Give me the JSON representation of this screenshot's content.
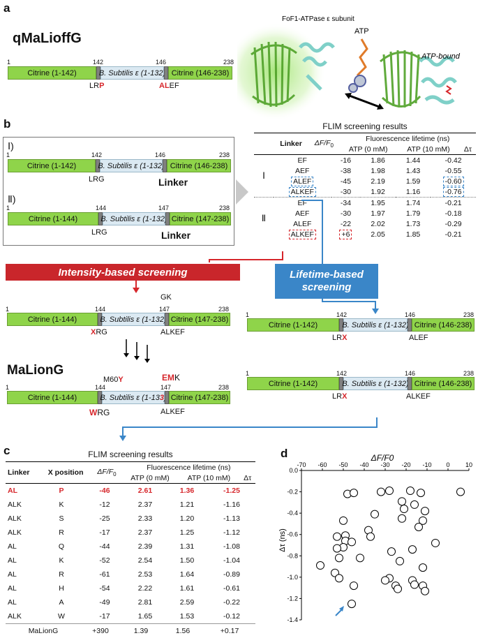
{
  "panel_a": {
    "label": "a",
    "construct_name": "qMaLioffG",
    "bar": {
      "n_start": "1",
      "n_142": "142",
      "n_146": "146",
      "n_end": "238",
      "seg1": "Citrine (1-142)",
      "seg2": "B. Subtilis ε (1-132)",
      "seg3": "Citrine (146-238)",
      "linker_left_black": "LR",
      "linker_left_red": "P",
      "linker_right_red": "AL",
      "linker_right_black": "EF"
    },
    "struct_title": "FoF1-ATPase ε subunit",
    "atp_label": "ATP",
    "atp_bound_label": "ATP-bound"
  },
  "panel_b": {
    "label": "b",
    "roman1": "Ⅰ)",
    "roman2": "Ⅱ)",
    "bar1": {
      "n_start": "1",
      "n_mid1": "142",
      "n_mid2": "146",
      "n_end": "238",
      "seg1": "Citrine (1-142)",
      "seg2": "B. Subtilis ε (1-132)",
      "seg3": "Citrine (146-238)",
      "linker_left": "LRG",
      "linker_right": "Linker"
    },
    "bar2": {
      "n_start": "1",
      "n_mid1": "144",
      "n_mid2": "147",
      "n_end": "238",
      "seg1": "Citrine (1-144)",
      "seg2": "B. Subtilis ε (1-132)",
      "seg3": "Citrine (147-238)",
      "linker_left": "LRG",
      "linker_right": "Linker"
    },
    "table_title": "FLIM screening results",
    "headers": {
      "linker": "Linker",
      "dff": "ΔF/F",
      "dff_sub": "0",
      "fl": "Fluorescence lifetime (ns)",
      "atp0": "ATP (0 mM)",
      "atp10": "ATP (10 mM)",
      "dtau": "Δτ"
    },
    "group1": "Ⅰ",
    "group2": "Ⅱ",
    "rows": [
      {
        "linker": "EF",
        "dff": "-16",
        "atp0": "1.86",
        "atp10": "1.44",
        "dtau": "-0.42"
      },
      {
        "linker": "AEF",
        "dff": "-38",
        "atp0": "1.98",
        "atp10": "1.43",
        "dtau": "-0.55"
      },
      {
        "linker": "ALEF",
        "dff": "-45",
        "atp0": "2.19",
        "atp10": "1.59",
        "dtau": "-0.60"
      },
      {
        "linker": "ALKEF",
        "dff": "-30",
        "atp0": "1.92",
        "atp10": "1.16",
        "dtau": "-0.76"
      },
      {
        "linker": "EF",
        "dff": "-34",
        "atp0": "1.95",
        "atp10": "1.74",
        "dtau": "-0.21"
      },
      {
        "linker": "AEF",
        "dff": "-30",
        "atp0": "1.97",
        "atp10": "1.79",
        "dtau": "-0.18"
      },
      {
        "linker": "ALEF",
        "dff": "-22",
        "atp0": "2.02",
        "atp10": "1.73",
        "dtau": "-0.29"
      },
      {
        "linker": "ALKEF",
        "dff": "+6",
        "atp0": "2.05",
        "atp10": "1.85",
        "dtau": "-0.21"
      }
    ],
    "intensity_label": "Intensity-based screening",
    "lifetime_label_1": "Lifetime-based",
    "lifetime_label_2": "screening",
    "int_bar": {
      "n_start": "1",
      "n_mid1": "144",
      "n_mid2": "147",
      "n_end": "238",
      "seg1": "Citrine (1-144)",
      "seg2": "B. Subtilis ε (1-132)",
      "seg3": "Citrine (147-238)",
      "top": "GK",
      "left_red": "X",
      "left_black": "RG",
      "right": "ALKEF"
    },
    "life_bar1": {
      "n_start": "1",
      "n_mid1": "142",
      "n_mid2": "146",
      "n_end": "238",
      "seg1": "Citrine (1-142)",
      "seg2": "B. Subtilis ε (1-132)",
      "seg3": "Citrine (146-238)",
      "left_black": "LR",
      "left_red": "X",
      "right": "ALEF"
    },
    "life_bar2": {
      "n_start": "1",
      "n_mid1": "142",
      "n_mid2": "146",
      "n_end": "238",
      "seg1": "Citrine (1-142)",
      "seg2": "B. Subtilis ε (1-132)",
      "seg3": "Citrine (146-238)",
      "left_black": "LR",
      "left_red": "X",
      "right": "ALKEF"
    },
    "malion_name": "MaLionG",
    "malion_bar": {
      "n_start": "1",
      "n_mid1": "144",
      "n_mid2": "147",
      "n_end": "238",
      "seg1": "Citrine (1-144)",
      "seg2_a": "B. Subtilis ε (1-13",
      "seg2_red": "3",
      "seg2_b": ")",
      "seg3": "Citrine (147-238)",
      "m60_black": "M60",
      "m60_red": "Y",
      "em_red": "EM",
      "em_black": "K",
      "left_red": "W",
      "left_black": "RG",
      "right": "ALKEF"
    }
  },
  "panel_c": {
    "label": "c",
    "title": "FLIM screening results",
    "headers": {
      "linker": "Linker",
      "xpos": "X position",
      "dff": "ΔF/F",
      "dff_sub": "0",
      "fl": "Fluorescence lifetime (ns)",
      "atp0": "ATP (0 mM)",
      "atp10": "ATP (10 mM)",
      "dtau": "Δτ"
    },
    "rows": [
      {
        "linker": "AL",
        "x": "P",
        "dff": "-46",
        "atp0": "2.61",
        "atp10": "1.36",
        "dtau": "-1.25"
      },
      {
        "linker": "ALK",
        "x": "K",
        "dff": "-12",
        "atp0": "2.37",
        "atp10": "1.21",
        "dtau": "-1.16"
      },
      {
        "linker": "ALK",
        "x": "S",
        "dff": "-25",
        "atp0": "2.33",
        "atp10": "1.20",
        "dtau": "-1.13"
      },
      {
        "linker": "ALK",
        "x": "R",
        "dff": "-17",
        "atp0": "2.37",
        "atp10": "1.25",
        "dtau": "-1.12"
      },
      {
        "linker": "AL",
        "x": "Q",
        "dff": "-44",
        "atp0": "2.39",
        "atp10": "1.31",
        "dtau": "-1.08"
      },
      {
        "linker": "AL",
        "x": "K",
        "dff": "-52",
        "atp0": "2.54",
        "atp10": "1.50",
        "dtau": "-1.04"
      },
      {
        "linker": "AL",
        "x": "R",
        "dff": "-61",
        "atp0": "2.53",
        "atp10": "1.64",
        "dtau": "-0.89"
      },
      {
        "linker": "AL",
        "x": "H",
        "dff": "-54",
        "atp0": "2.22",
        "atp10": "1.61",
        "dtau": "-0.61"
      },
      {
        "linker": "AL",
        "x": "A",
        "dff": "-49",
        "atp0": "2.81",
        "atp10": "2.59",
        "dtau": "-0.22"
      },
      {
        "linker": "ALK",
        "x": "W",
        "dff": "-17",
        "atp0": "1.65",
        "atp10": "1.53",
        "dtau": "-0.12"
      }
    ],
    "footer": {
      "name": "MaLionG",
      "dff": "+390",
      "atp0": "1.39",
      "atp10": "1.56",
      "dtau": "+0.17"
    }
  },
  "panel_d": {
    "label": "d"
  },
  "chart_data": {
    "type": "scatter",
    "xlabel": "ΔF/F0",
    "ylabel": "Δτ (ns)",
    "xlim": [
      -70,
      10
    ],
    "ylim": [
      -1.4,
      0
    ],
    "xticks": [
      "-70",
      "-60",
      "-50",
      "-40",
      "-30",
      "-20",
      "-10",
      "0",
      "10"
    ],
    "yticks": [
      "0.0",
      "-0.2",
      "-0.4",
      "-0.6",
      "-0.8",
      "-1.0",
      "-1.2",
      "-1.4"
    ],
    "x_axis_position": "top",
    "highlighted_point": {
      "x": -46,
      "y": -1.25
    },
    "points": [
      {
        "x": -48,
        "y": -0.22
      },
      {
        "x": -45,
        "y": -0.21
      },
      {
        "x": -32,
        "y": -0.2
      },
      {
        "x": -28,
        "y": -0.19
      },
      {
        "x": -18,
        "y": -0.19
      },
      {
        "x": -13,
        "y": -0.21
      },
      {
        "x": 6,
        "y": -0.2
      },
      {
        "x": -22,
        "y": -0.29
      },
      {
        "x": -21,
        "y": -0.36
      },
      {
        "x": -16,
        "y": -0.32
      },
      {
        "x": -11,
        "y": -0.38
      },
      {
        "x": -12,
        "y": -0.47
      },
      {
        "x": -14,
        "y": -0.53
      },
      {
        "x": -22,
        "y": -0.45
      },
      {
        "x": -35,
        "y": -0.41
      },
      {
        "x": -50,
        "y": -0.47
      },
      {
        "x": -38,
        "y": -0.56
      },
      {
        "x": -49,
        "y": -0.61
      },
      {
        "x": -53,
        "y": -0.62
      },
      {
        "x": -49,
        "y": -0.66
      },
      {
        "x": -37,
        "y": -0.62
      },
      {
        "x": -50,
        "y": -0.72
      },
      {
        "x": -53,
        "y": -0.73
      },
      {
        "x": -46,
        "y": -0.67
      },
      {
        "x": -27,
        "y": -0.76
      },
      {
        "x": -17,
        "y": -0.74
      },
      {
        "x": -6,
        "y": -0.68
      },
      {
        "x": -52,
        "y": -0.82
      },
      {
        "x": -42,
        "y": -0.82
      },
      {
        "x": -61,
        "y": -0.89
      },
      {
        "x": -23,
        "y": -0.85
      },
      {
        "x": -12,
        "y": -0.91
      },
      {
        "x": -54,
        "y": -0.96
      },
      {
        "x": -52,
        "y": -1.01
      },
      {
        "x": -45,
        "y": -1.08
      },
      {
        "x": -28,
        "y": -1.01
      },
      {
        "x": -30,
        "y": -1.03
      },
      {
        "x": -25,
        "y": -1.08
      },
      {
        "x": -24,
        "y": -1.11
      },
      {
        "x": -17,
        "y": -1.03
      },
      {
        "x": -16,
        "y": -1.07
      },
      {
        "x": -12,
        "y": -1.08
      },
      {
        "x": -11,
        "y": -1.13
      },
      {
        "x": -46,
        "y": -1.25
      }
    ]
  },
  "colors": {
    "citrine": "#8fd44a",
    "bsub": "#dbe9f2",
    "red": "#d6262b",
    "blue": "#3a86c8"
  }
}
